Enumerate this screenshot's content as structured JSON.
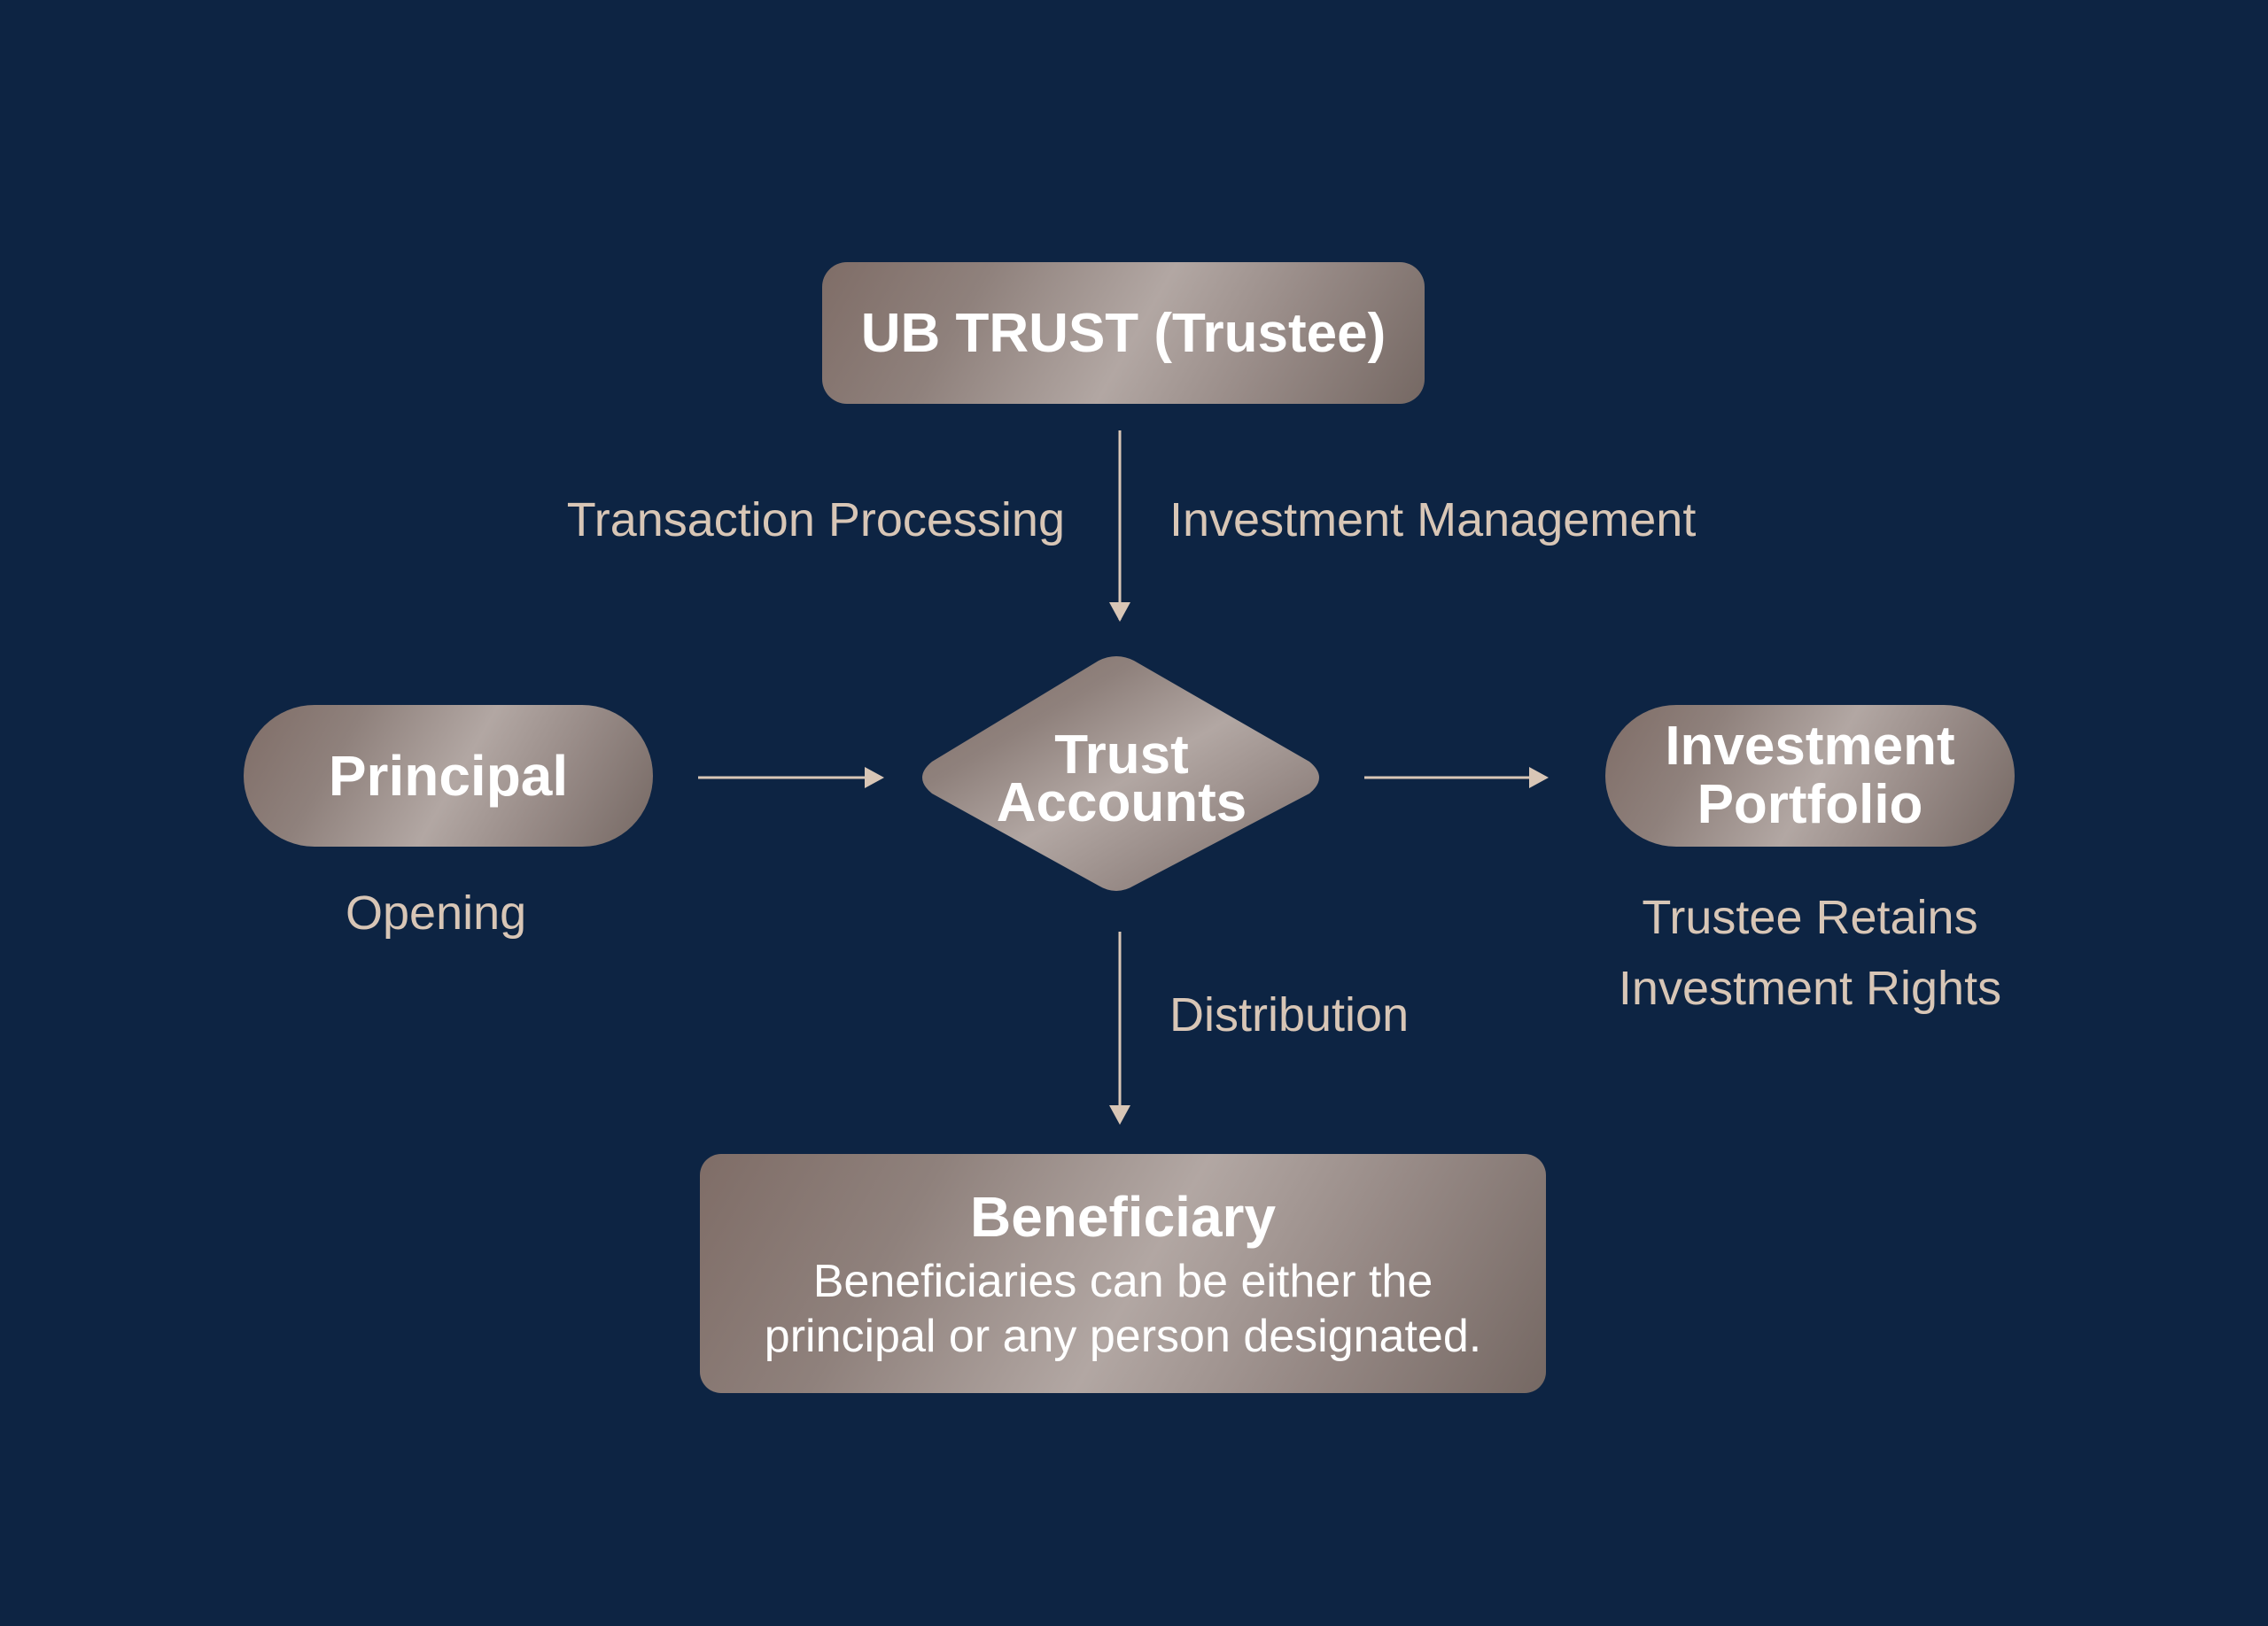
{
  "nodes": {
    "trustee": "UB TRUST (Trustee)",
    "principal": "Principal",
    "trust_accounts": [
      "Trust",
      "Accounts"
    ],
    "portfolio": [
      "Investment",
      "Portfolio"
    ],
    "beneficiary": {
      "title": "Beneficiary",
      "description": [
        "Beneficiaries can be either the",
        "principal or any person designated."
      ]
    }
  },
  "edge_labels": {
    "transaction_processing": "Transaction Processing",
    "investment_management": "Investment Management",
    "opening": "Opening",
    "distribution": "Distribution",
    "trustee_retains": [
      "Trustee Retains",
      "Investment Rights"
    ]
  },
  "colors": {
    "background": "#0d2443",
    "label_text": "#d8c6b6",
    "arrow": "#d8c6b6",
    "node_text": "#ffffff"
  }
}
